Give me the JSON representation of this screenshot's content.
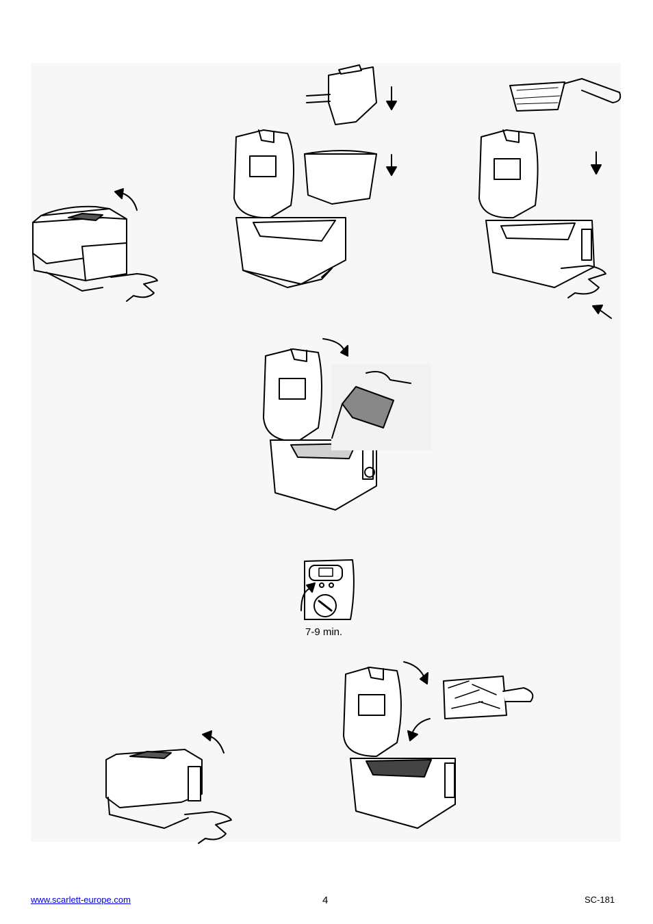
{
  "instructions": {
    "cook_time_caption": "7-9 min."
  },
  "footer": {
    "website": "www.scarlett-europe.com",
    "page_number": "4",
    "model": "SC-181"
  },
  "icons": [
    "fryer-closed-icon",
    "fryer-open-icon",
    "basket-icon",
    "oil-jug-icon",
    "control-knob-icon",
    "fries-board-icon",
    "hand-icon",
    "arrow-icon"
  ]
}
